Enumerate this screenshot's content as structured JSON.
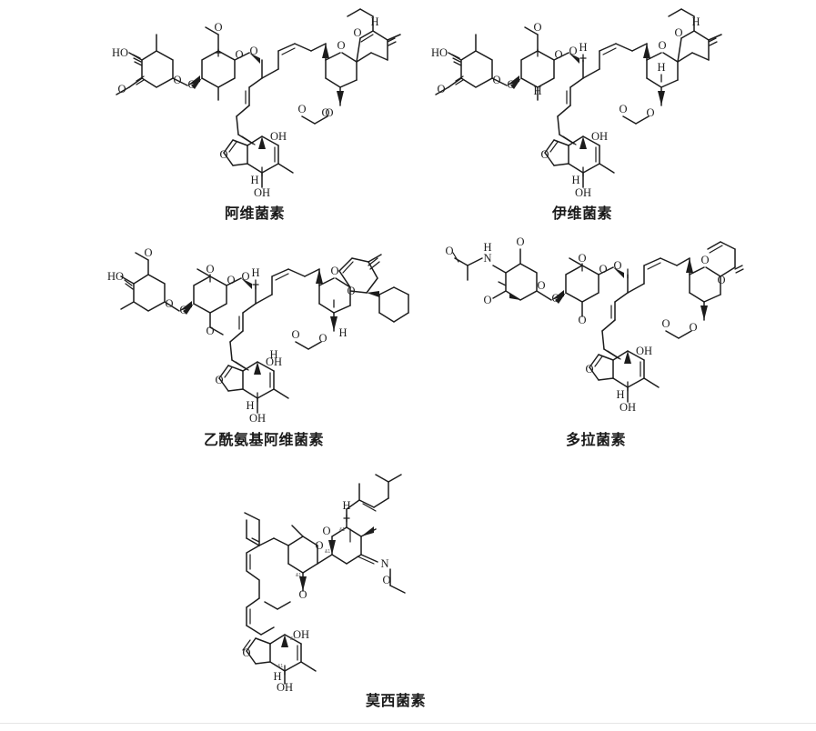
{
  "figure": {
    "background_color": "#ffffff",
    "divider_color": "#e6e6e6",
    "text_color": "#1a1a1a",
    "bond_color": "#1c1c1c",
    "layout": "2-2-1 grid of chemical structure panels with centered captions",
    "panel_count": 5
  },
  "panels": [
    {
      "id": "abamectin",
      "caption": "阿维菌素",
      "structure_name": "abamectin",
      "atom_labels": [
        "HO",
        "O",
        "O",
        "O",
        "O",
        "O",
        "O",
        "O",
        "O",
        "O",
        "OH",
        "OH",
        "H",
        "H",
        "H",
        "H"
      ],
      "features": [
        "16-membered macrocyclic lactone",
        "bis-oleandrosyl disaccharide at C13",
        "spiroketal bicyclic system with ring double bond",
        "sec-butyl substituent at C25",
        "hexahydrobenzofuran with C5-OH and C7-OH"
      ]
    },
    {
      "id": "ivermectin",
      "caption": "伊维菌素",
      "structure_name": "ivermectin",
      "atom_labels": [
        "HO",
        "O",
        "O",
        "O",
        "O",
        "O",
        "O",
        "O",
        "O",
        "O",
        "OH",
        "OH",
        "H",
        "H",
        "H",
        "H",
        "H"
      ],
      "features": [
        "22,23-dihydro derivative of avermectin",
        "bis-oleandrosyl disaccharide at C13",
        "saturated spiroketal ring (no C22-C23 alkene)",
        "sec-butyl substituent at C25"
      ]
    },
    {
      "id": "acetylamino-abamectin",
      "caption": "乙酰氨基阿维菌素",
      "structure_name": "acetylamino abamectin",
      "atom_labels": [
        "HO",
        "O",
        "O",
        "O",
        "O",
        "O",
        "O",
        "O",
        "O",
        "O",
        "OH",
        "OH",
        "H",
        "H",
        "H",
        "H"
      ],
      "features": [
        "macrocyclic lactone core",
        "bis-oleandrosyl disaccharide at C13",
        "cyclohexyl substituent on the spiroketal system",
        "spiroketal with ring alkene"
      ]
    },
    {
      "id": "doramectin",
      "caption": "多拉菌素",
      "structure_name": "doramectin",
      "atom_labels": [
        "O",
        "N",
        "H",
        "O",
        "O",
        "O",
        "O",
        "O",
        "O",
        "O",
        "O",
        "O",
        "OH",
        "OH",
        "H"
      ],
      "features": [
        "acetylamino (NHC(=O)CH3) group on the terminal sugar",
        "bis-sugar chain at C13",
        "spiroketal bicyclic system with ring alkene",
        "sec-butyl substituent"
      ]
    },
    {
      "id": "moxidectin",
      "caption": "莫西菌素",
      "structure_name": "moxidectin",
      "atom_labels": [
        "O",
        "O",
        "N",
        "O",
        "O",
        "O",
        "OH",
        "OH",
        "H",
        "H",
        "H"
      ],
      "features": [
        "no sugar substituents (aglycone-type)",
        "C23 methoxime (=N-OCH3) group",
        "methylbutenyl (isopropyl alkene) side chain at C25",
        "spiroketal bicyclic system with ring alkene",
        "hexahydrobenzofuran with C5-OH and C7-OH"
      ]
    }
  ]
}
